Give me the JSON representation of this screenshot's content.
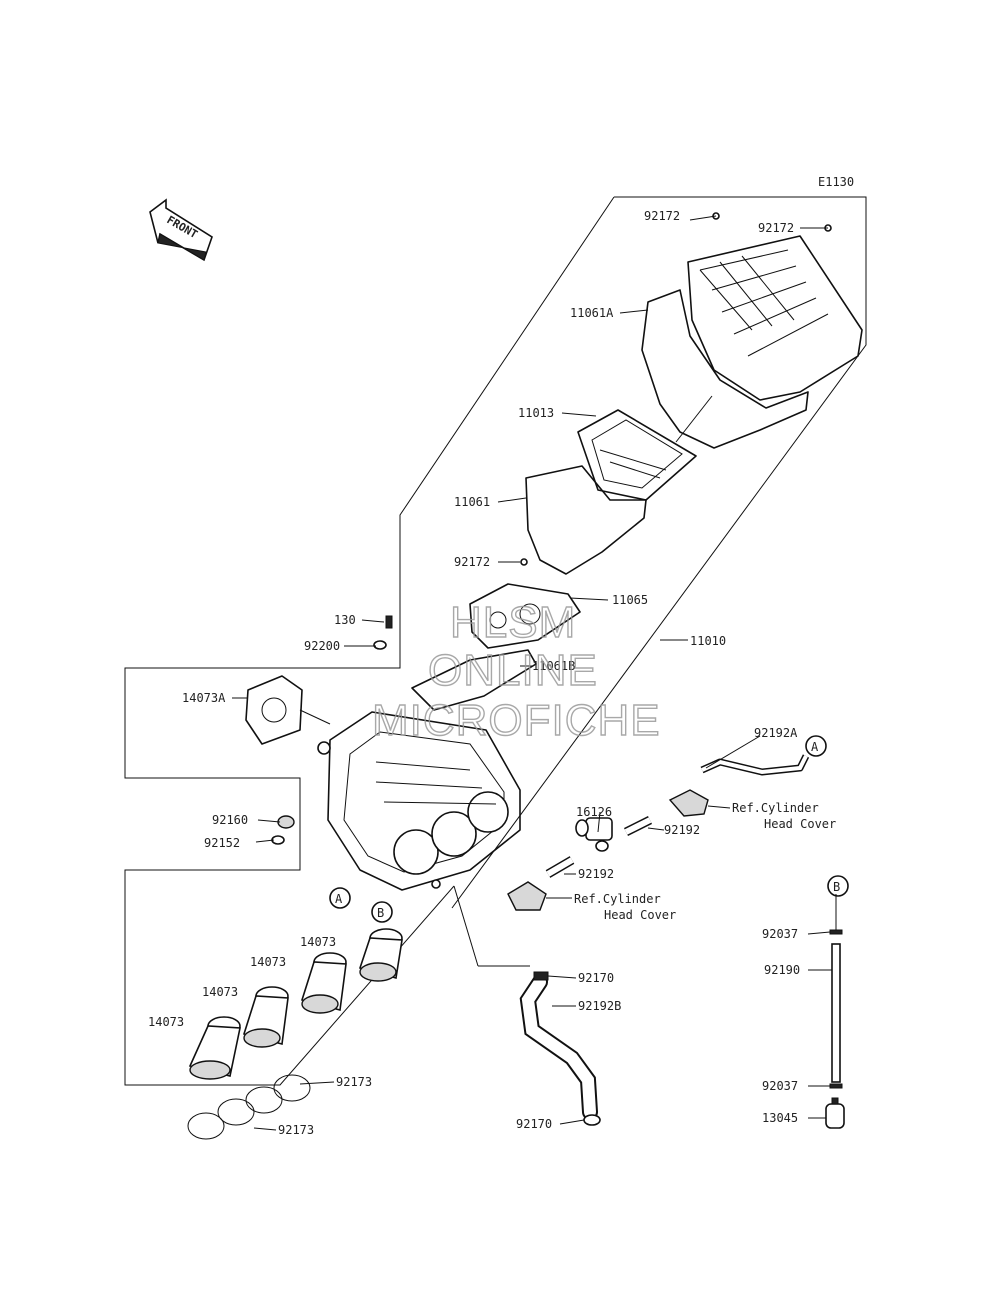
{
  "diagram_code": "E1130",
  "front_arrow_label": "FRONT",
  "watermark": [
    "HLSM",
    "ONLINE",
    "MICROFICHE"
  ],
  "callouts": {
    "a": "A",
    "b": "B"
  },
  "part_labels": [
    {
      "id": "92172-a",
      "text": "92172"
    },
    {
      "id": "92172-b",
      "text": "92172"
    },
    {
      "id": "11061A",
      "text": "11061A"
    },
    {
      "id": "11013",
      "text": "11013"
    },
    {
      "id": "11061",
      "text": "11061"
    },
    {
      "id": "92172-c",
      "text": "92172"
    },
    {
      "id": "11065",
      "text": "11065"
    },
    {
      "id": "11010",
      "text": "11010"
    },
    {
      "id": "130",
      "text": "130"
    },
    {
      "id": "92200",
      "text": "92200"
    },
    {
      "id": "11061B",
      "text": "11061B"
    },
    {
      "id": "14073A",
      "text": "14073A"
    },
    {
      "id": "92192A",
      "text": "92192A"
    },
    {
      "id": "16126",
      "text": "16126"
    },
    {
      "id": "92192-a",
      "text": "92192"
    },
    {
      "id": "92192-b",
      "text": "92192"
    },
    {
      "id": "92160",
      "text": "92160"
    },
    {
      "id": "92152",
      "text": "92152"
    },
    {
      "id": "14073-a",
      "text": "14073"
    },
    {
      "id": "14073-b",
      "text": "14073"
    },
    {
      "id": "14073-c",
      "text": "14073"
    },
    {
      "id": "14073-d",
      "text": "14073"
    },
    {
      "id": "92170-a",
      "text": "92170"
    },
    {
      "id": "92192B",
      "text": "92192B"
    },
    {
      "id": "92173-a",
      "text": "92173"
    },
    {
      "id": "92173-b",
      "text": "92173"
    },
    {
      "id": "92170-b",
      "text": "92170"
    },
    {
      "id": "92037-a",
      "text": "92037"
    },
    {
      "id": "92190",
      "text": "92190"
    },
    {
      "id": "92037-b",
      "text": "92037"
    },
    {
      "id": "13045",
      "text": "13045"
    }
  ],
  "references": {
    "ref1_line1": "Ref.Cylinder",
    "ref1_line2": "Head Cover",
    "ref2_line1": "Ref.Cylinder",
    "ref2_line2": "Head Cover"
  }
}
